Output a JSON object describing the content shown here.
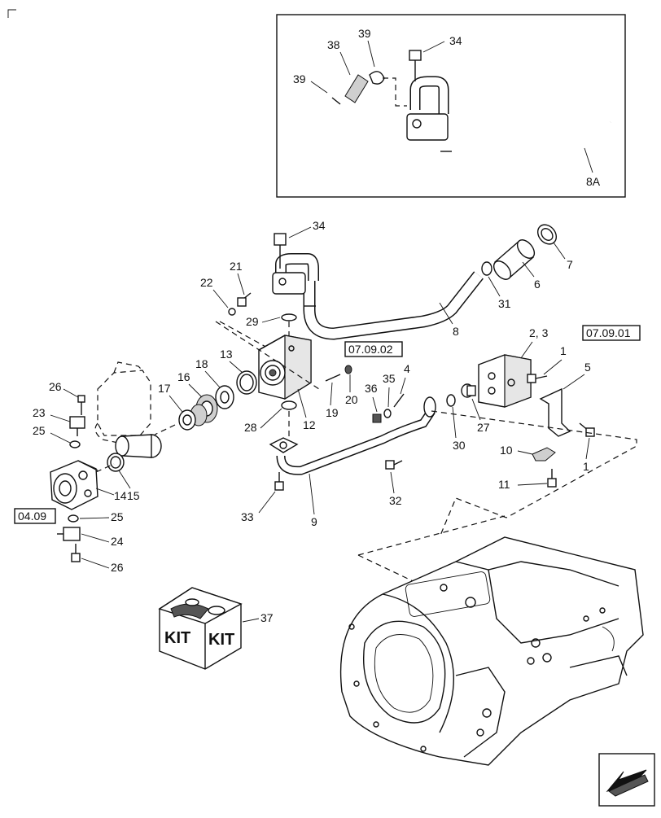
{
  "callouts": {
    "c1a": "1",
    "c1b": "1",
    "c2_3": "2, 3",
    "c4": "4",
    "c5": "5",
    "c6": "6",
    "c7": "7",
    "c8": "8",
    "c8a": "8A",
    "c9": "9",
    "c10": "10",
    "c11": "11",
    "c12": "12",
    "c13": "13",
    "c14": "14",
    "c15": "15",
    "c16": "16",
    "c17": "17",
    "c18": "18",
    "c19": "19",
    "c20": "20",
    "c21": "21",
    "c22": "22",
    "c23": "23",
    "c24": "24",
    "c25a": "25",
    "c25b": "25",
    "c26a": "26",
    "c26b": "26",
    "c27": "27",
    "c28": "28",
    "c29": "29",
    "c30": "30",
    "c31": "31",
    "c32": "32",
    "c33": "33",
    "c34a": "34",
    "c34b": "34",
    "c35": "35",
    "c36": "36",
    "c37": "37",
    "c38": "38",
    "c39a": "39",
    "c39b": "39"
  },
  "references": {
    "ref_0709_02": "07.09.02",
    "ref_0709_01": "07.09.01",
    "ref_0409": "04.09"
  },
  "kit": {
    "label_left": "KIT",
    "label_right": "KIT"
  },
  "icons": {
    "nav": "next-page-arrow-icon"
  }
}
